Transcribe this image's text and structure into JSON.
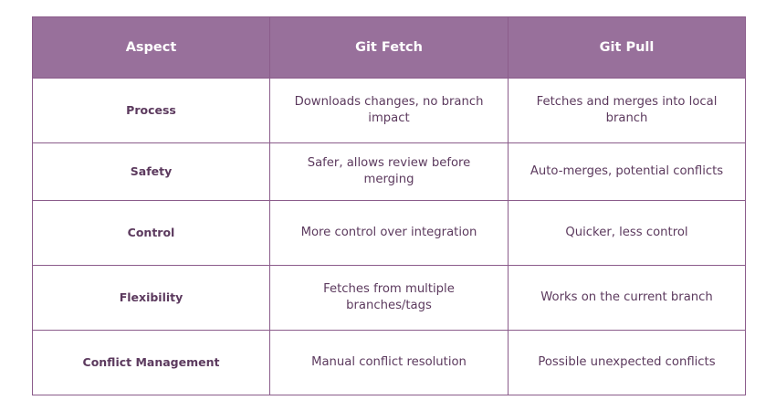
{
  "table": {
    "headers": [
      "Aspect",
      "Git Fetch",
      "Git Pull"
    ],
    "rows": [
      [
        "Process",
        "Downloads changes, no branch impact",
        "Fetches and merges into local branch"
      ],
      [
        "Safety",
        "Safer, allows review before merging",
        "Auto-merges, potential conflicts"
      ],
      [
        "Control",
        "More control over integration",
        "Quicker, less control"
      ],
      [
        "Flexibility",
        "Fetches from multiple branches/tags",
        "Works on the current branch"
      ],
      [
        "Conflict Management",
        "Manual conflict resolution",
        "Possible unexpected conflicts"
      ]
    ]
  },
  "colors": {
    "header_bg": "#98709b",
    "header_text": "#ffffff",
    "border": "#8b5c8b",
    "body_text": "#5c3a5e"
  }
}
